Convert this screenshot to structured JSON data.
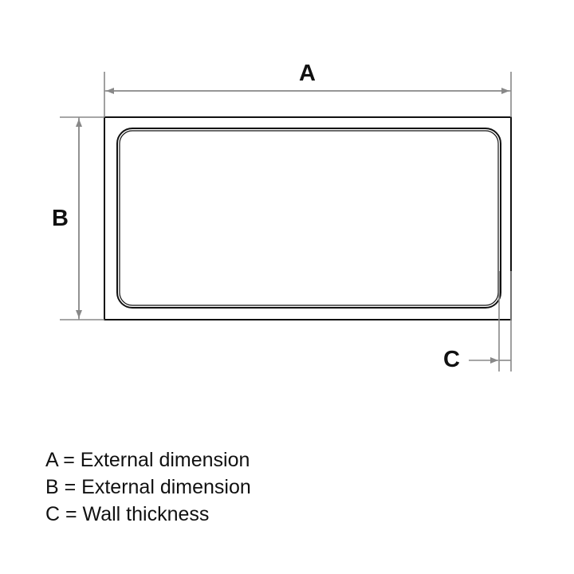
{
  "labels": {
    "a": "A",
    "b": "B",
    "c": "C"
  },
  "legend": [
    "A = External dimension",
    "B = External dimension",
    "C = Wall thickness"
  ],
  "colors": {
    "outline": "#111111",
    "dimension": "#888888"
  }
}
